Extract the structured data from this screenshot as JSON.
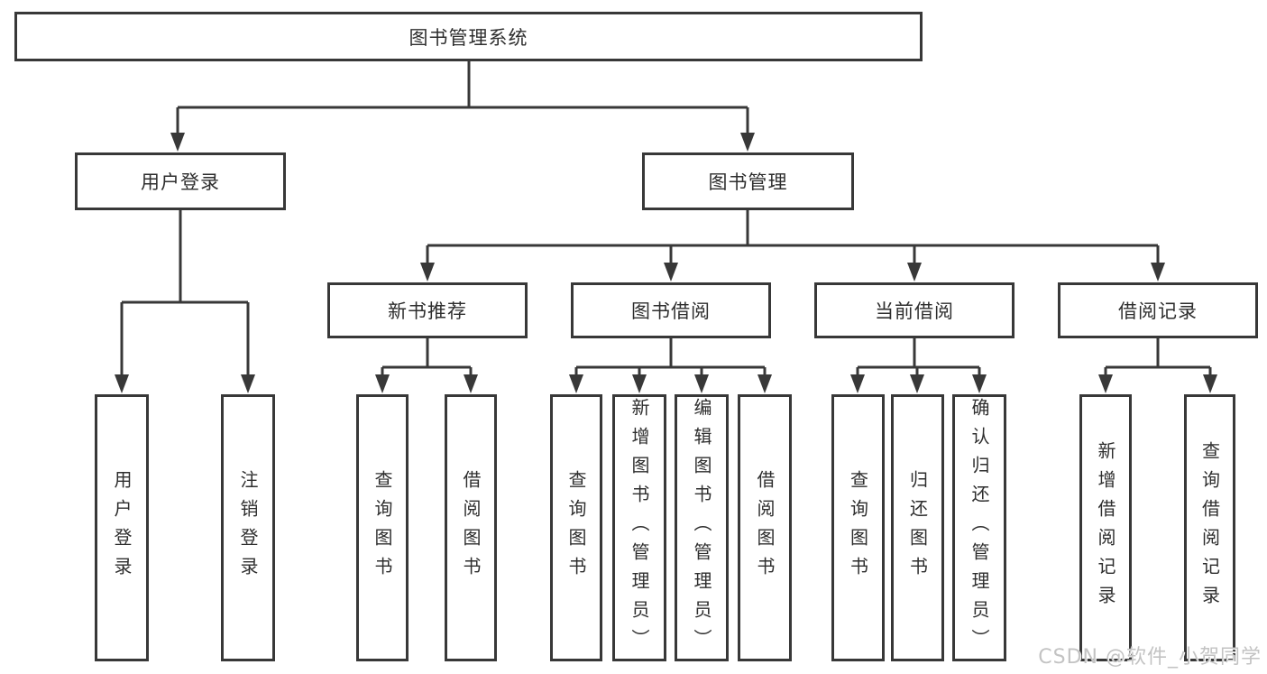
{
  "tree": {
    "label": "图书管理系统",
    "children": [
      {
        "label": "用户登录",
        "children": [
          {
            "label": "用户登录"
          },
          {
            "label": "注销登录"
          }
        ]
      },
      {
        "label": "图书管理",
        "children": [
          {
            "label": "新书推荐",
            "children": [
              {
                "label": "查询图书"
              },
              {
                "label": "借阅图书"
              }
            ]
          },
          {
            "label": "图书借阅",
            "children": [
              {
                "label": "查询图书"
              },
              {
                "label": "新增图书（管理员）"
              },
              {
                "label": "编辑图书（管理员）"
              },
              {
                "label": "借阅图书"
              }
            ]
          },
          {
            "label": "当前借阅",
            "children": [
              {
                "label": "查询图书"
              },
              {
                "label": "归还图书"
              },
              {
                "label": "确认归还（管理员）"
              }
            ]
          },
          {
            "label": "借阅记录",
            "children": [
              {
                "label": "新增借阅记录"
              },
              {
                "label": "查询借阅记录"
              }
            ]
          }
        ]
      }
    ]
  },
  "watermark": {
    "text": "CSDN @软件_小贺同学"
  },
  "colors": {
    "line": "#383838",
    "box_background": "#ffffff",
    "watermark": "#c3c3c3"
  }
}
